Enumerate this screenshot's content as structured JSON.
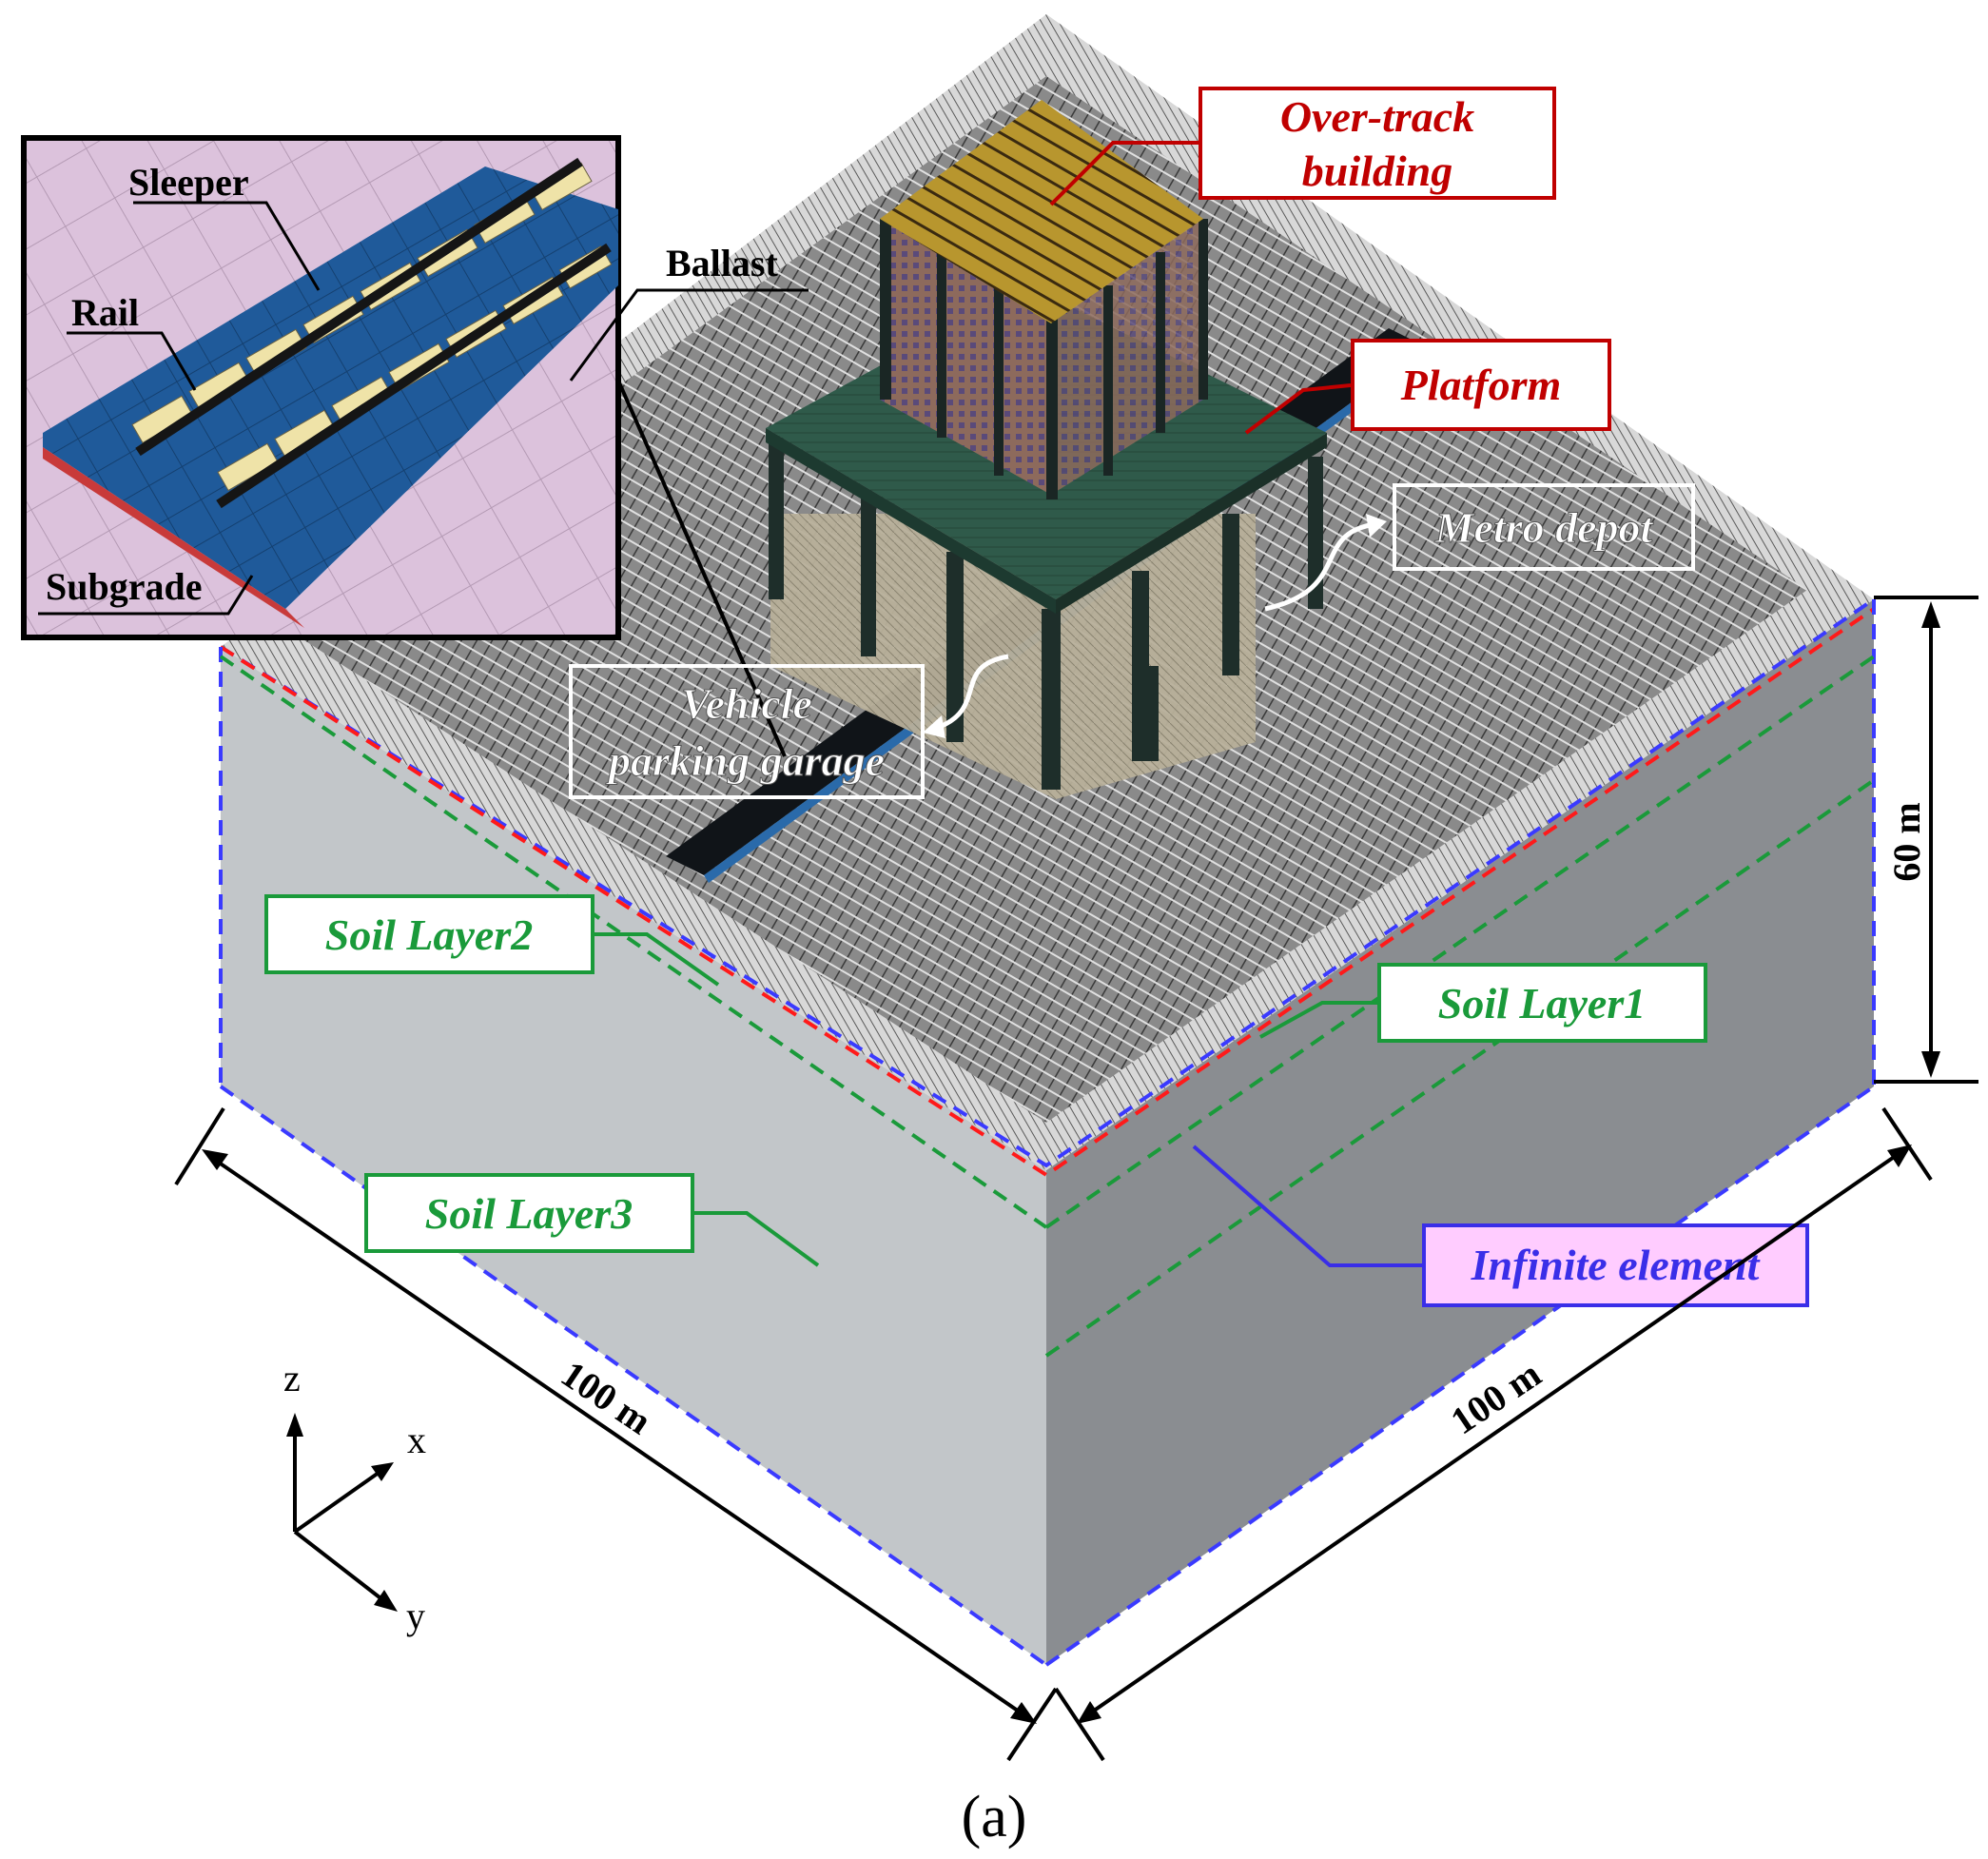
{
  "labels": {
    "over_track_building_line1": "Over-track",
    "over_track_building_line2": "building",
    "platform": "Platform",
    "metro_depot": "Metro depot",
    "vehicle_parking_garage_line1": "Vehicle",
    "vehicle_parking_garage_line2": "parking garage",
    "soil_layer1": "Soil Layer1",
    "soil_layer2": "Soil Layer2",
    "soil_layer3": "Soil Layer3",
    "infinite_element": "Infinite element",
    "ballast": "Ballast"
  },
  "inset": {
    "sleeper": "Sleeper",
    "rail": "Rail",
    "subgrade": "Subgrade"
  },
  "dimensions": {
    "depth": "60 m",
    "length_x": "100 m",
    "length_y": "100 m"
  },
  "axes": {
    "z": "z",
    "x": "x",
    "y": "y"
  },
  "caption": "(a)",
  "colors": {
    "building_label": "#c00000",
    "soil_label": "#009a44",
    "infinite_label": "#3a2ee8",
    "infinite_bg": "#ffccff",
    "red_line": "#ff1a1a",
    "blue_line": "#3a3aff",
    "green_line": "#1a9a3a"
  }
}
